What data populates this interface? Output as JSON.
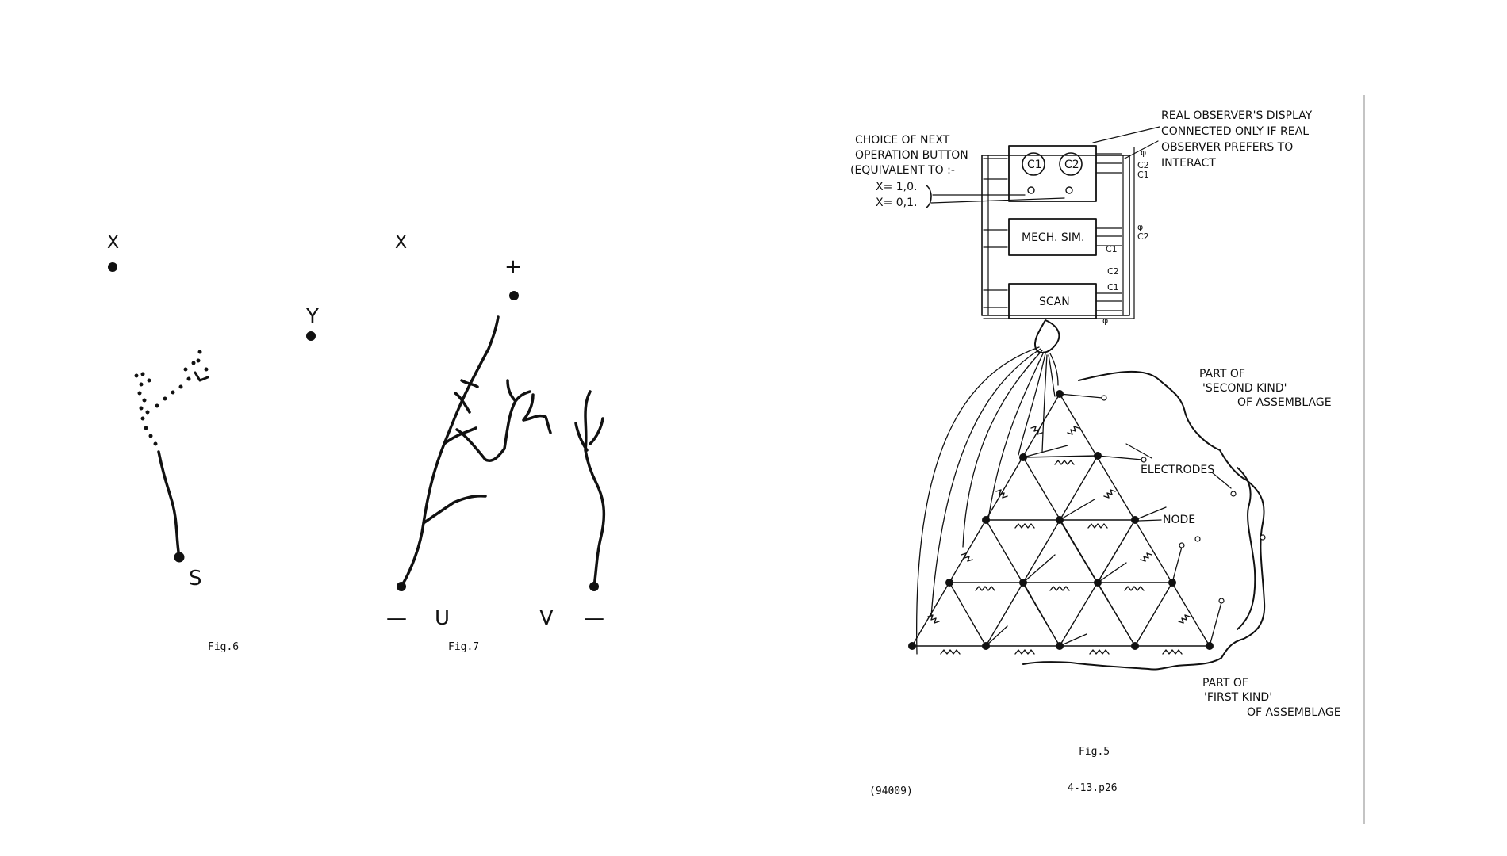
{
  "fig6": {
    "caption": "Fig.6",
    "label_x": "X",
    "label_y": "Y",
    "label_s": "S"
  },
  "fig7": {
    "caption": "Fig.7",
    "label_x": "X",
    "label_plus": "+",
    "label_minus_left": "—",
    "label_u": "U",
    "label_v": "V",
    "label_minus_right": "—"
  },
  "fig5": {
    "caption": "Fig.5",
    "choice_line1": "CHOICE OF NEXT",
    "choice_line2": "OPERATION BUTTON",
    "choice_line3": "(EQUIVALENT TO :-",
    "choice_line4": "X= 1,0.",
    "choice_line5": "X= 0,1.",
    "display_line1": "REAL OBSERVER'S DISPLAY",
    "display_line2": "CONNECTED ONLY IF REAL",
    "display_line3": "OBSERVER PREFERS TO",
    "display_line4": "INTERACT",
    "box_c1": "C1",
    "box_c2": "C2",
    "mech_sim": "MECH. SIM.",
    "scan": "SCAN",
    "sig_phi": "φ",
    "sig_c1": "C1",
    "sig_c2": "C2",
    "second_kind_line1": "PART OF",
    "second_kind_line2": "'SECOND KIND'",
    "second_kind_line3": "OF ASSEMBLAGE",
    "electrodes": "ELECTRODES",
    "node": "NODE",
    "first_kind_line1": "PART OF",
    "first_kind_line2": "'FIRST KIND'",
    "first_kind_line3": "OF ASSEMBLAGE"
  },
  "footer": {
    "doc_number": "(94009)",
    "page_ref": "4-13.p26"
  }
}
